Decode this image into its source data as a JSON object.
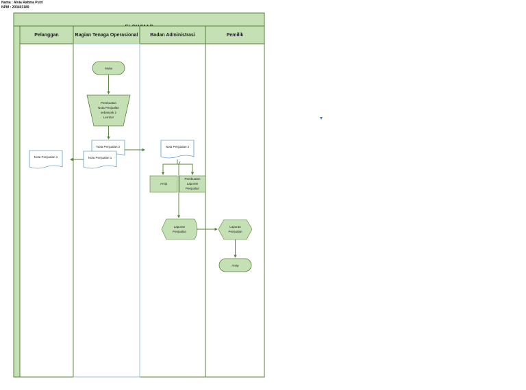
{
  "header": {
    "name_line": "Nama : Alvia Rahma Putri",
    "npm_line": "NPM : 203403189"
  },
  "diagram": {
    "title": "FLOWMAP",
    "lanes": [
      "Pelanggan",
      "Bagian Tenaga Operasional",
      "Badan Administrasi",
      "Pemilik"
    ],
    "nodes": {
      "start": "Mulai",
      "manual_op": [
        "Pembuatan",
        "Nota Penjualan",
        "sebanyak 2",
        "Lembar"
      ],
      "doc_nota2_stack": "Nota Penjualan 2",
      "doc_nota1_stack": "Nota Penjualan 1",
      "doc_nota1_customer": "Nota Penjualan 1",
      "doc_nota2_admin": "Nota Penjualan 2",
      "arsip_admin": "Arsip",
      "proc_laporan": [
        "Pembuatan",
        "Laporan",
        "Penjualan"
      ],
      "display_laporan": [
        "Laporan",
        "Penjualan"
      ],
      "prep_laporan": [
        "Laporan",
        "Penjualan"
      ],
      "arsip_end": "Arsip"
    }
  },
  "colors": {
    "shape_fill": "#c5e0b4",
    "shape_stroke": "#548235",
    "lane_header_fill": "#c5e0b4",
    "border": "#548235",
    "highlight": "#9dc3e6",
    "marker": "#3a7bd5"
  },
  "icons": [
    "arrow-icon",
    "dropdown-marker-icon"
  ]
}
